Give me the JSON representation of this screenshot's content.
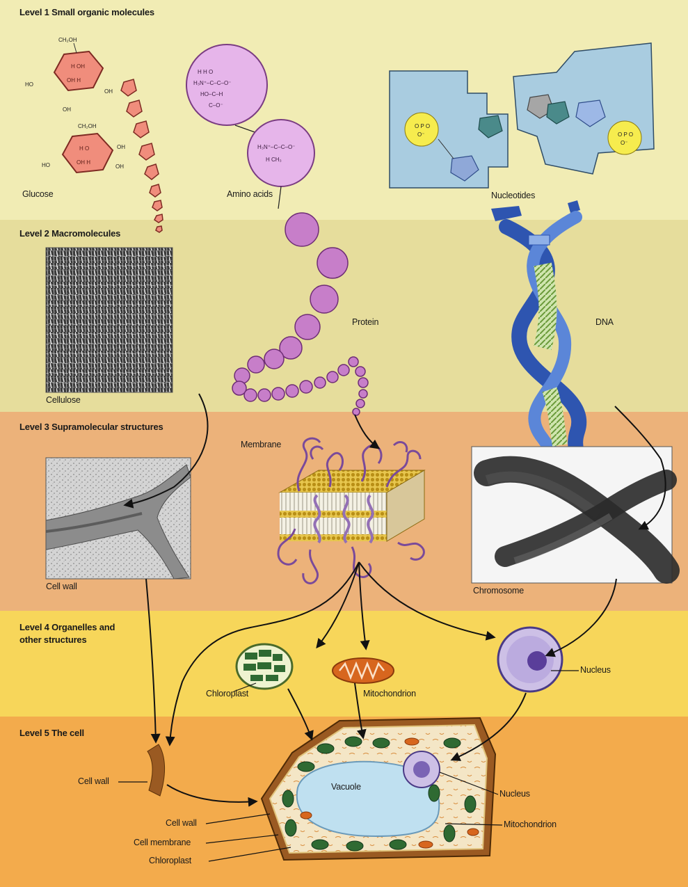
{
  "levels": {
    "l1": "Level 1 Small organic molecules",
    "l2": "Level 2 Macromolecules",
    "l3": "Level 3 Supramolecular structures",
    "l4a": "Level 4 Organelles and",
    "l4b": "other structures",
    "l5": "Level 5 The cell"
  },
  "labels": {
    "glucose": "Glucose",
    "amino_acids": "Amino acids",
    "nucleotides": "Nucleotides",
    "cellulose": "Cellulose",
    "protein": "Protein",
    "dna": "DNA",
    "membrane": "Membrane",
    "cell_wall_l3": "Cell wall",
    "chromosome": "Chromosome",
    "chloroplast_l4": "Chloroplast",
    "mitochondrion_l4": "Mitochondrion",
    "nucleus_l4": "Nucleus",
    "cell_wall_fragment": "Cell wall",
    "vacuole": "Vacuole",
    "cell_wall_cell": "Cell wall",
    "cell_membrane": "Cell membrane",
    "chloroplast_cell": "Chloroplast",
    "nucleus_cell": "Nucleus",
    "mitochondrion_cell": "Mitochondrion"
  },
  "colors": {
    "band1": "#f1ecb4",
    "band2": "#e6dd9c",
    "band3": "#ecb27a",
    "band4": "#f7d65a",
    "band5": "#f3ab4c",
    "sugar_ring": "#f08d7c",
    "protein": "#c77ec9",
    "dna": "#4a72c4",
    "cell_wall": "#9a5a22",
    "vacuole": "#bfe0f0",
    "chloroplast": "#2f6a32",
    "mitochondrion": "#d7661e",
    "nucleus": "#7a64b4",
    "phosphate": "#f6ec4e"
  }
}
